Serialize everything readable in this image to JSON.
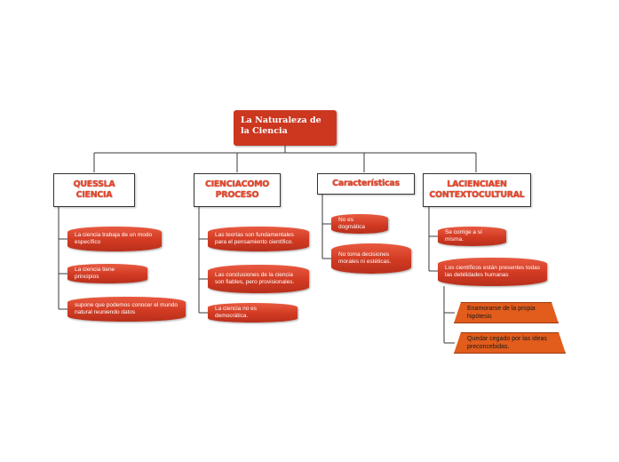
{
  "root": {
    "label": "La Naturaleza de la Ciencia"
  },
  "branches": [
    {
      "label": "QUESSLA CIENCIA",
      "items": [
        "La ciencia trabaja de un modo específico",
        "La ciencia tiene principios",
        "supone que podemos conocer el mundo natural reuniendo datos"
      ]
    },
    {
      "label": "CIENCIACOMO PROCESO",
      "items": [
        "Las teorías son fundamentales para el pensamiento científico.",
        "Las conclusiones de la ciencia son fiables, pero provisionales.",
        "La ciencia no es democrática."
      ]
    },
    {
      "label": "Características",
      "items": [
        "No es dogmática",
        "No toma decisiones morales ni estéticas."
      ]
    },
    {
      "label": "LACIENCIAEN CONTEXTOCULTURAL",
      "items": [
        "Se corrige a sí misma.",
        "Los científicos están presentes todas las debilidades humanas"
      ],
      "subitems": [
        "Enamorarse de la propia hipótesis",
        "Quedar cegado por las ideas preconcebidas."
      ]
    }
  ],
  "colors": {
    "node_fill": "#cc3720",
    "branch_text": "#e8462a",
    "subitem_fill": "#e25c1c",
    "connector": "#333333"
  }
}
